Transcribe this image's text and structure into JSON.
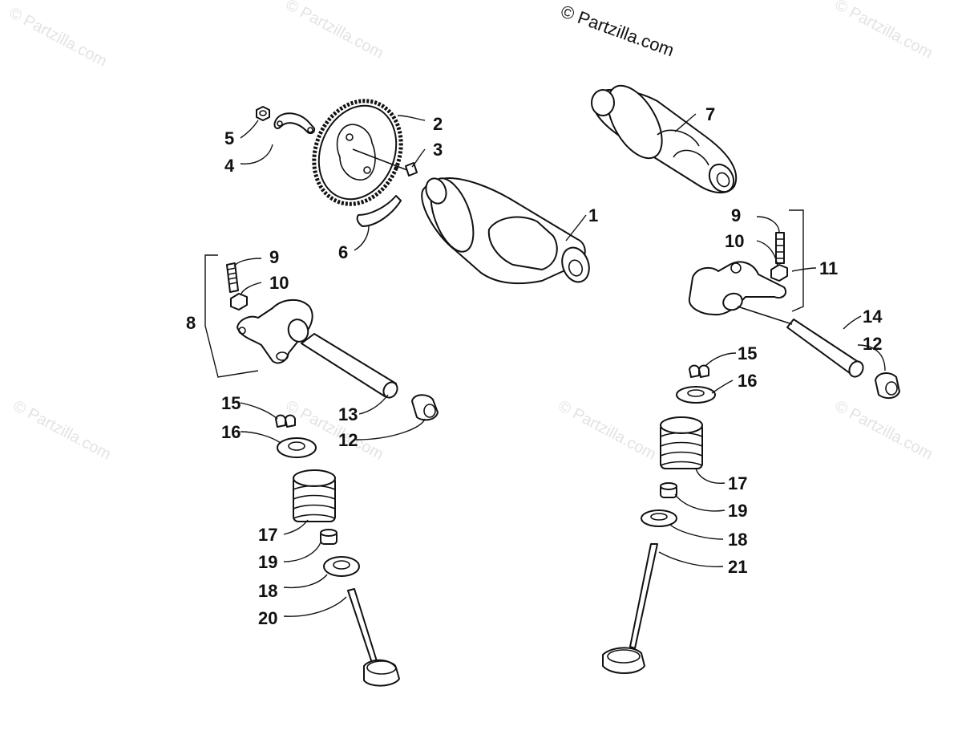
{
  "copyright": "© Partzilla.com",
  "watermarks": [
    "© Partzilla.com",
    "© Partzilla.com",
    "© Partzilla.com",
    "© Partzilla.com",
    "© Partzilla.com",
    "© Partzilla.com",
    "© Partzilla.com"
  ],
  "callouts": [
    {
      "id": "1",
      "text": "1"
    },
    {
      "id": "2",
      "text": "2"
    },
    {
      "id": "3",
      "text": "3"
    },
    {
      "id": "4",
      "text": "4"
    },
    {
      "id": "5",
      "text": "5"
    },
    {
      "id": "6",
      "text": "6"
    },
    {
      "id": "7",
      "text": "7"
    },
    {
      "id": "8",
      "text": "8"
    },
    {
      "id": "9a",
      "text": "9"
    },
    {
      "id": "10a",
      "text": "10"
    },
    {
      "id": "9b",
      "text": "9"
    },
    {
      "id": "10b",
      "text": "10"
    },
    {
      "id": "11",
      "text": "11"
    },
    {
      "id": "12a",
      "text": "12"
    },
    {
      "id": "13",
      "text": "13"
    },
    {
      "id": "14",
      "text": "14"
    },
    {
      "id": "12b",
      "text": "12"
    },
    {
      "id": "15a",
      "text": "15"
    },
    {
      "id": "16a",
      "text": "16"
    },
    {
      "id": "15b",
      "text": "15"
    },
    {
      "id": "16b",
      "text": "16"
    },
    {
      "id": "17a",
      "text": "17"
    },
    {
      "id": "19a",
      "text": "19"
    },
    {
      "id": "18a",
      "text": "18"
    },
    {
      "id": "20",
      "text": "20"
    },
    {
      "id": "17b",
      "text": "17"
    },
    {
      "id": "19b",
      "text": "19"
    },
    {
      "id": "18b",
      "text": "18"
    },
    {
      "id": "21",
      "text": "21"
    }
  ]
}
